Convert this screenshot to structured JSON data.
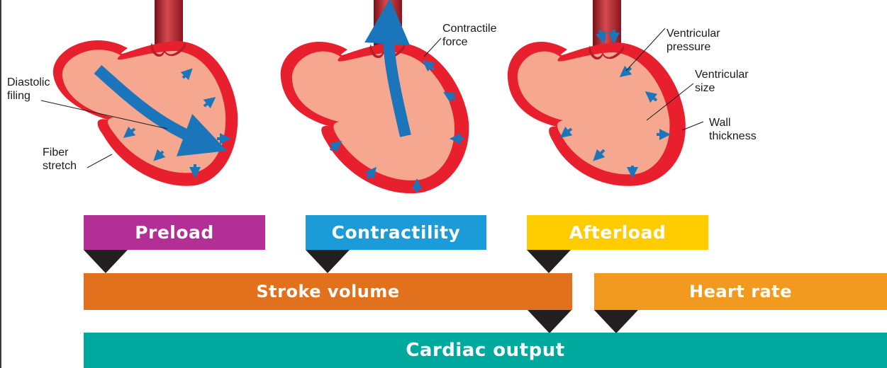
{
  "callouts": {
    "diastolic_filing": "Diastolic\nfiling",
    "fiber_stretch": "Fiber\nstretch",
    "contractile_force": "Contractile\nforce",
    "ventricular_pressure": "Ventricular\npressure",
    "ventricular_size": "Ventricular\nsize",
    "wall_thickness": "Wall\nthickness"
  },
  "bars": {
    "preload": "Preload",
    "contractility": "Contractility",
    "afterload": "Afterload",
    "stroke_volume": "Stroke volume",
    "heart_rate": "Heart rate",
    "cardiac_output": "Cardiac output"
  },
  "colors": {
    "preload": "#b32e95",
    "contractility": "#1b9bd7",
    "afterload": "#ffcc00",
    "stroke_volume": "#e2711d",
    "heart_rate": "#f29a1f",
    "cardiac_output": "#00a99d",
    "myocardium": "#e8202e",
    "chamber": "#f5a88f",
    "vessel": "#b51f29",
    "arrow": "#1b75bb",
    "triangle": "#231f20"
  }
}
